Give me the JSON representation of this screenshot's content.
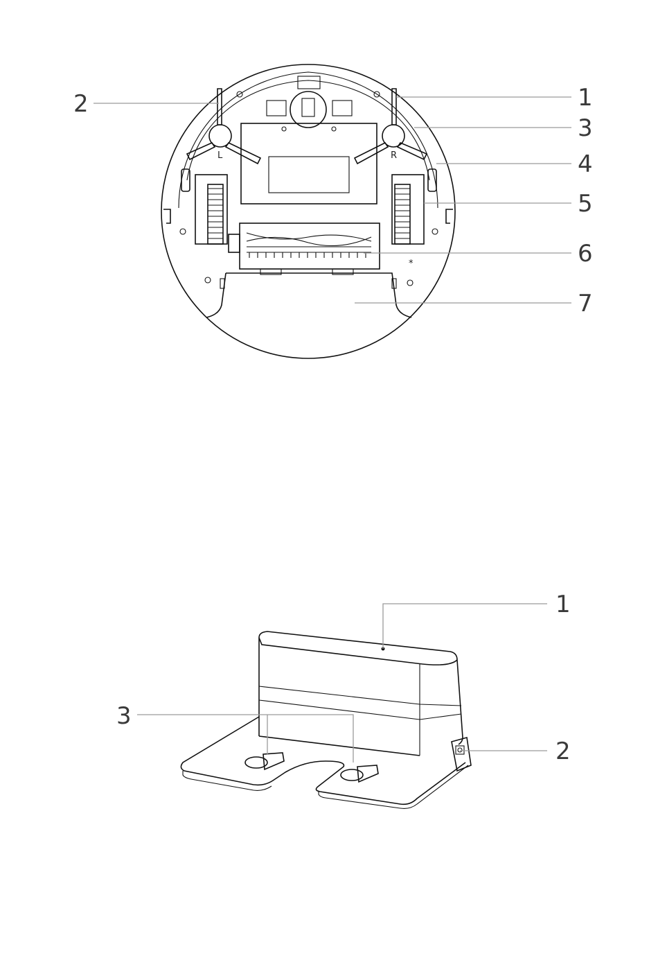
{
  "robot_diagram": {
    "brush_left_mark": "L",
    "brush_right_mark": "R",
    "callouts": [
      {
        "id": "1",
        "label": "1"
      },
      {
        "id": "2",
        "label": "2"
      },
      {
        "id": "3",
        "label": "3"
      },
      {
        "id": "4",
        "label": "4"
      },
      {
        "id": "5",
        "label": "5"
      },
      {
        "id": "6",
        "label": "6"
      },
      {
        "id": "7",
        "label": "7"
      }
    ]
  },
  "dock_diagram": {
    "callouts": [
      {
        "id": "1",
        "label": "1"
      },
      {
        "id": "2",
        "label": "2"
      },
      {
        "id": "3",
        "label": "3"
      }
    ]
  }
}
